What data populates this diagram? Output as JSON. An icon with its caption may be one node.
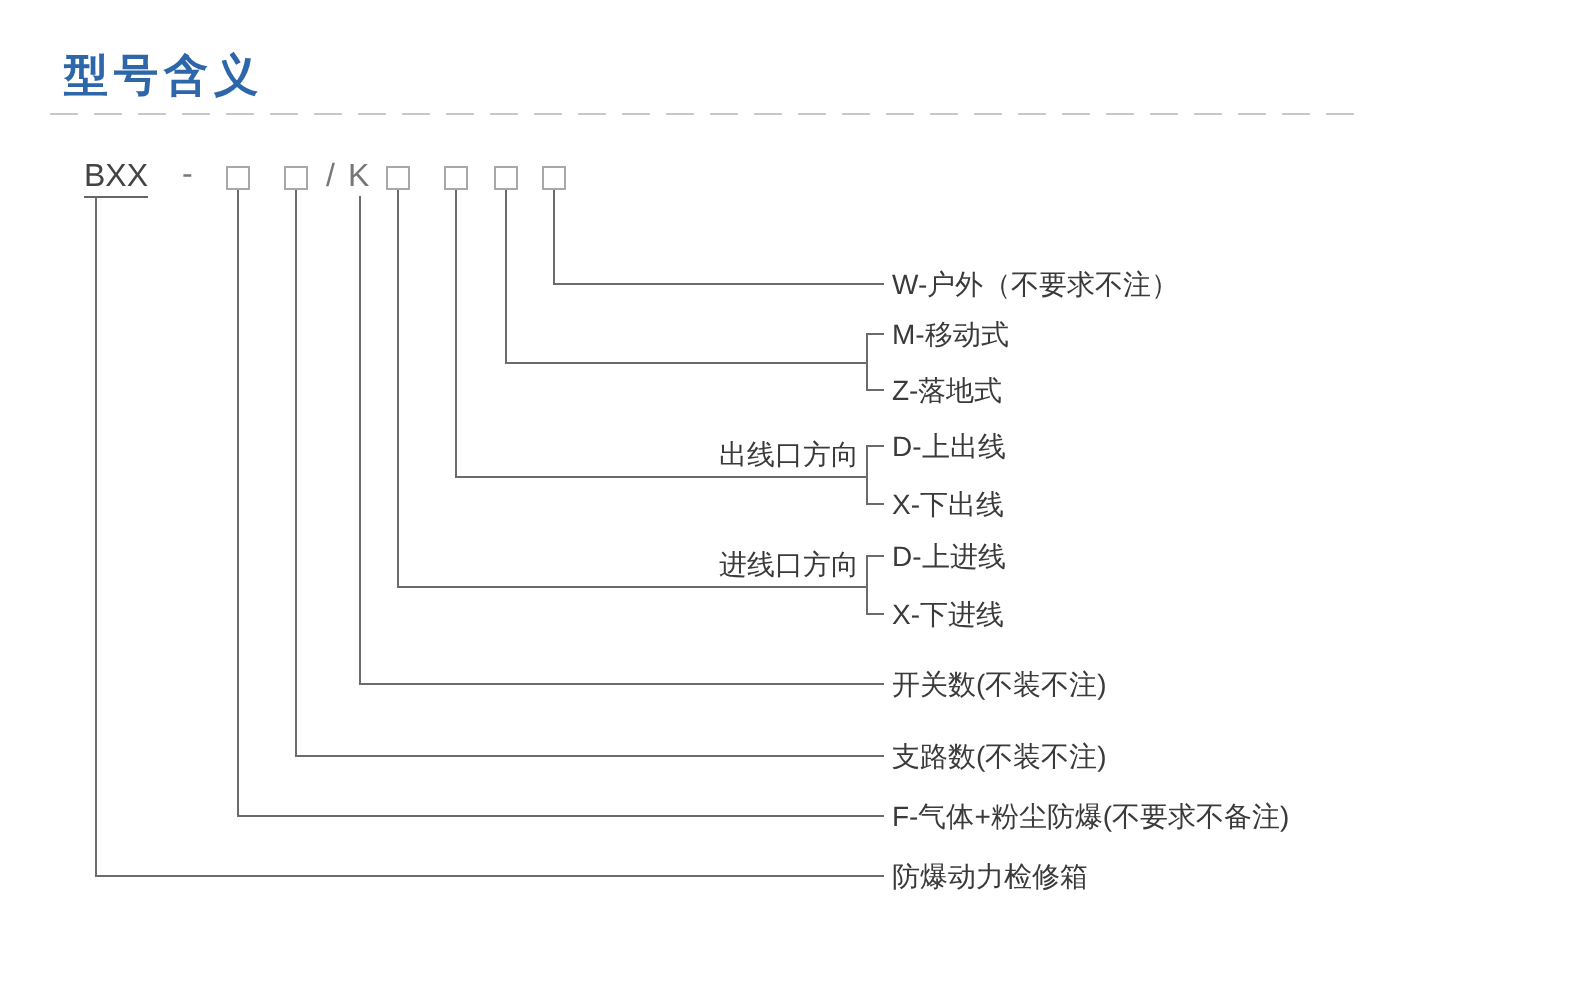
{
  "diagram": {
    "title": "型号含义",
    "nodes": [
      {
        "text": [
          "BXX"
        ]
      },
      {
        "text": [],
        "shape": "box"
      },
      {
        "text": [],
        "shape": "box"
      },
      {
        "text": [
          "K"
        ]
      },
      {
        "text": [],
        "shape": "box"
      },
      {
        "text": [],
        "shape": "box"
      },
      {
        "text": [],
        "shape": "box"
      },
      {
        "text": [],
        "shape": "box"
      },
      {
        "text": [
          "W-户外（不要求不注）"
        ]
      },
      {
        "text": [
          "M-移动式"
        ]
      },
      {
        "text": [
          "Z-落地式"
        ]
      },
      {
        "text": [
          "D-上出线"
        ]
      },
      {
        "text": [
          "X-下出线"
        ]
      },
      {
        "text": [
          "D-上进线"
        ]
      },
      {
        "text": [
          "X-下进线"
        ]
      },
      {
        "text": [
          "开关数(不装不注)"
        ]
      },
      {
        "text": [
          "支路数(不装不注)"
        ]
      },
      {
        "text": [
          "F-气体+粉尘防爆(不要求不备注)"
        ]
      },
      {
        "text": [
          "防爆动力检修箱"
        ]
      }
    ],
    "edges": [
      {
        "from": 7,
        "to": 8,
        "arrow": "none"
      },
      {
        "from": 6,
        "to": 9,
        "arrow": "none"
      },
      {
        "from": 6,
        "to": 10,
        "arrow": "none"
      },
      {
        "from": 5,
        "to": 11,
        "arrow": "none",
        "label": "出线口方向"
      },
      {
        "from": 5,
        "to": 12,
        "arrow": "none"
      },
      {
        "from": 4,
        "to": 13,
        "arrow": "none",
        "label": "进线口方向"
      },
      {
        "from": 4,
        "to": 14,
        "arrow": "none"
      },
      {
        "from": 3,
        "to": 15,
        "arrow": "none"
      },
      {
        "from": 2,
        "to": 16,
        "arrow": "none"
      },
      {
        "from": 1,
        "to": 17,
        "arrow": "none"
      },
      {
        "from": 0,
        "to": 18,
        "arrow": "none"
      }
    ],
    "labels": [
      "-",
      "/"
    ]
  }
}
